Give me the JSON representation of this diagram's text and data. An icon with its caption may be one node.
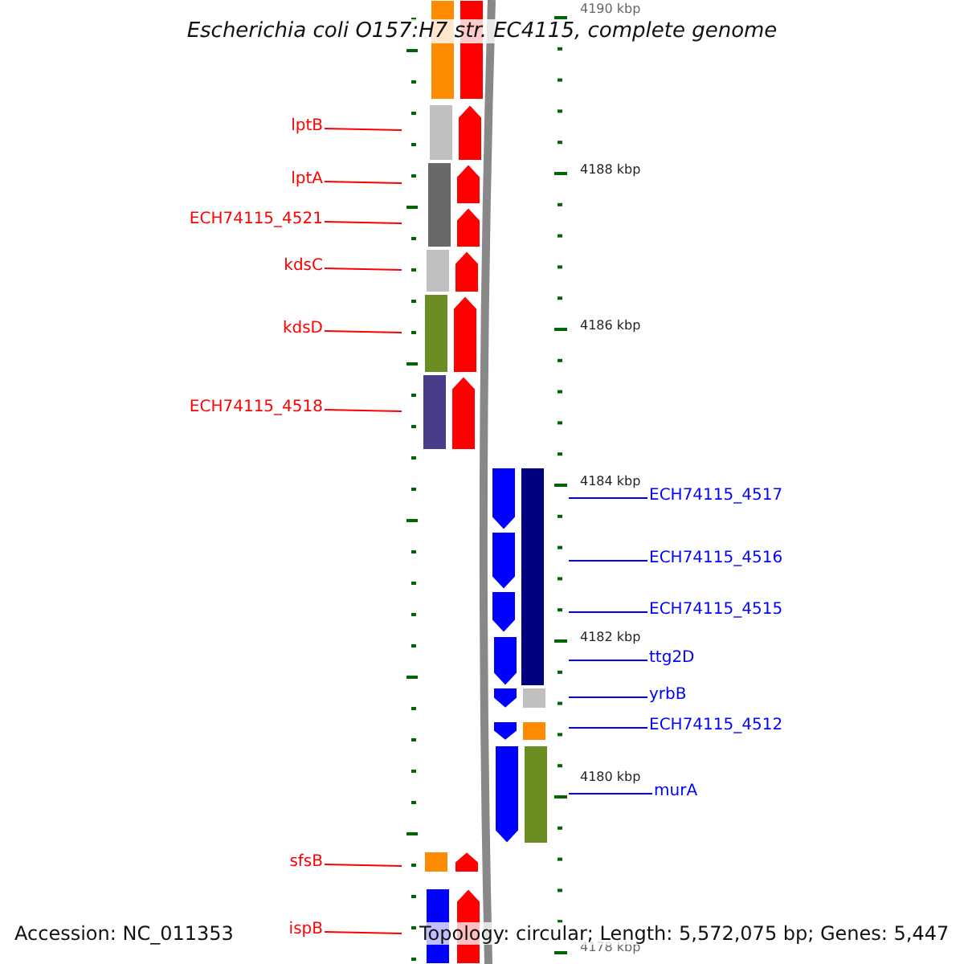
{
  "diagram": {
    "title": "Escherichia coli O157:H7 str. EC4115, complete genome",
    "nodes": [
      {
        "text": [
          "lptB"
        ]
      },
      {
        "text": [
          "lptA"
        ]
      },
      {
        "text": [
          "ECH74115_4521"
        ]
      },
      {
        "text": [
          "kdsC"
        ]
      },
      {
        "text": [
          "kdsD"
        ]
      },
      {
        "text": [
          "ECH74115_4518"
        ]
      },
      {
        "text": [
          "ECH74115_4517"
        ]
      },
      {
        "text": [
          "ECH74115_4516"
        ]
      },
      {
        "text": [
          "ECH74115_4515"
        ]
      },
      {
        "text": [
          "ttg2D"
        ]
      },
      {
        "text": [
          "yrbB"
        ]
      },
      {
        "text": [
          "ECH74115_4512"
        ]
      },
      {
        "text": [
          "murA"
        ]
      },
      {
        "text": [
          "sfsB"
        ]
      },
      {
        "text": [
          "ispB"
        ]
      }
    ],
    "edges": [
      {
        "from": 0,
        "to": null,
        "arrow": "none"
      },
      {
        "from": 1,
        "to": null,
        "arrow": "none"
      },
      {
        "from": 2,
        "to": null,
        "arrow": "none"
      },
      {
        "from": 3,
        "to": null,
        "arrow": "none"
      },
      {
        "from": 4,
        "to": null,
        "arrow": "none"
      },
      {
        "from": 5,
        "to": null,
        "arrow": "none"
      },
      {
        "from": 6,
        "to": null,
        "arrow": "none",
        "color": "#0000ff"
      },
      {
        "from": 7,
        "to": null,
        "arrow": "none",
        "color": "#0000ff"
      },
      {
        "from": 8,
        "to": null,
        "arrow": "none",
        "color": "#0000ff"
      },
      {
        "from": 9,
        "to": null,
        "arrow": "none",
        "color": "#0000ff"
      },
      {
        "from": 10,
        "to": null,
        "arrow": "none",
        "color": "#0000ff"
      },
      {
        "from": 11,
        "to": null,
        "arrow": "none",
        "color": "#0000ff"
      },
      {
        "from": 12,
        "to": null,
        "arrow": "none",
        "color": "#0000ff"
      },
      {
        "from": 13,
        "to": null,
        "arrow": "none"
      },
      {
        "from": 14,
        "to": null,
        "arrow": "none"
      }
    ],
    "labels": [
      "4190 kbp",
      "4188 kbp",
      "4186 kbp",
      "4184 kbp",
      "4182 kbp",
      "4180 kbp",
      "4178 kbp",
      "Accession: NC_011353",
      "Topology: circular; Length: 5,572,075 bp; Genes: 5,447"
    ]
  }
}
